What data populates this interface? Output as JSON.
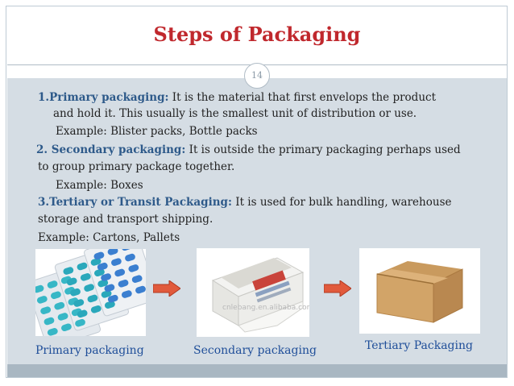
{
  "title": "Steps of Packaging",
  "page_number": "14",
  "items": [
    {
      "heading": "1.Primary packaging:",
      "text_1": " It is the material that first envelops the product",
      "text_2": "and  hold it. This usually is the smallest unit of distribution or use.",
      "example": "Example: Blister packs, Bottle packs"
    },
    {
      "heading": " 2. Secondary packaging:",
      "text_1": " It is outside the primary packaging perhaps used",
      "text_2": "to group primary package together.",
      "example": "Example: Boxes"
    },
    {
      "heading": "3.Tertiary or Transit Packaging:",
      "text_1": " It is used for bulk handling, warehouse",
      "text_2": "storage and transport shipping.",
      "example": " Example: Cartons, Pallets"
    }
  ],
  "images": {
    "secondary_watermark": "cnlebang.en.alibaba.com"
  },
  "labels": {
    "primary": "Primary packaging",
    "secondary": "Secondary packaging",
    "tertiary": "Tertiary  Packaging"
  },
  "colors": {
    "title": "#c0282d",
    "heading": "#2e5a8a",
    "label": "#1f4e99",
    "content_bg": "#d5dde4",
    "arrow": "#e15a3c"
  }
}
